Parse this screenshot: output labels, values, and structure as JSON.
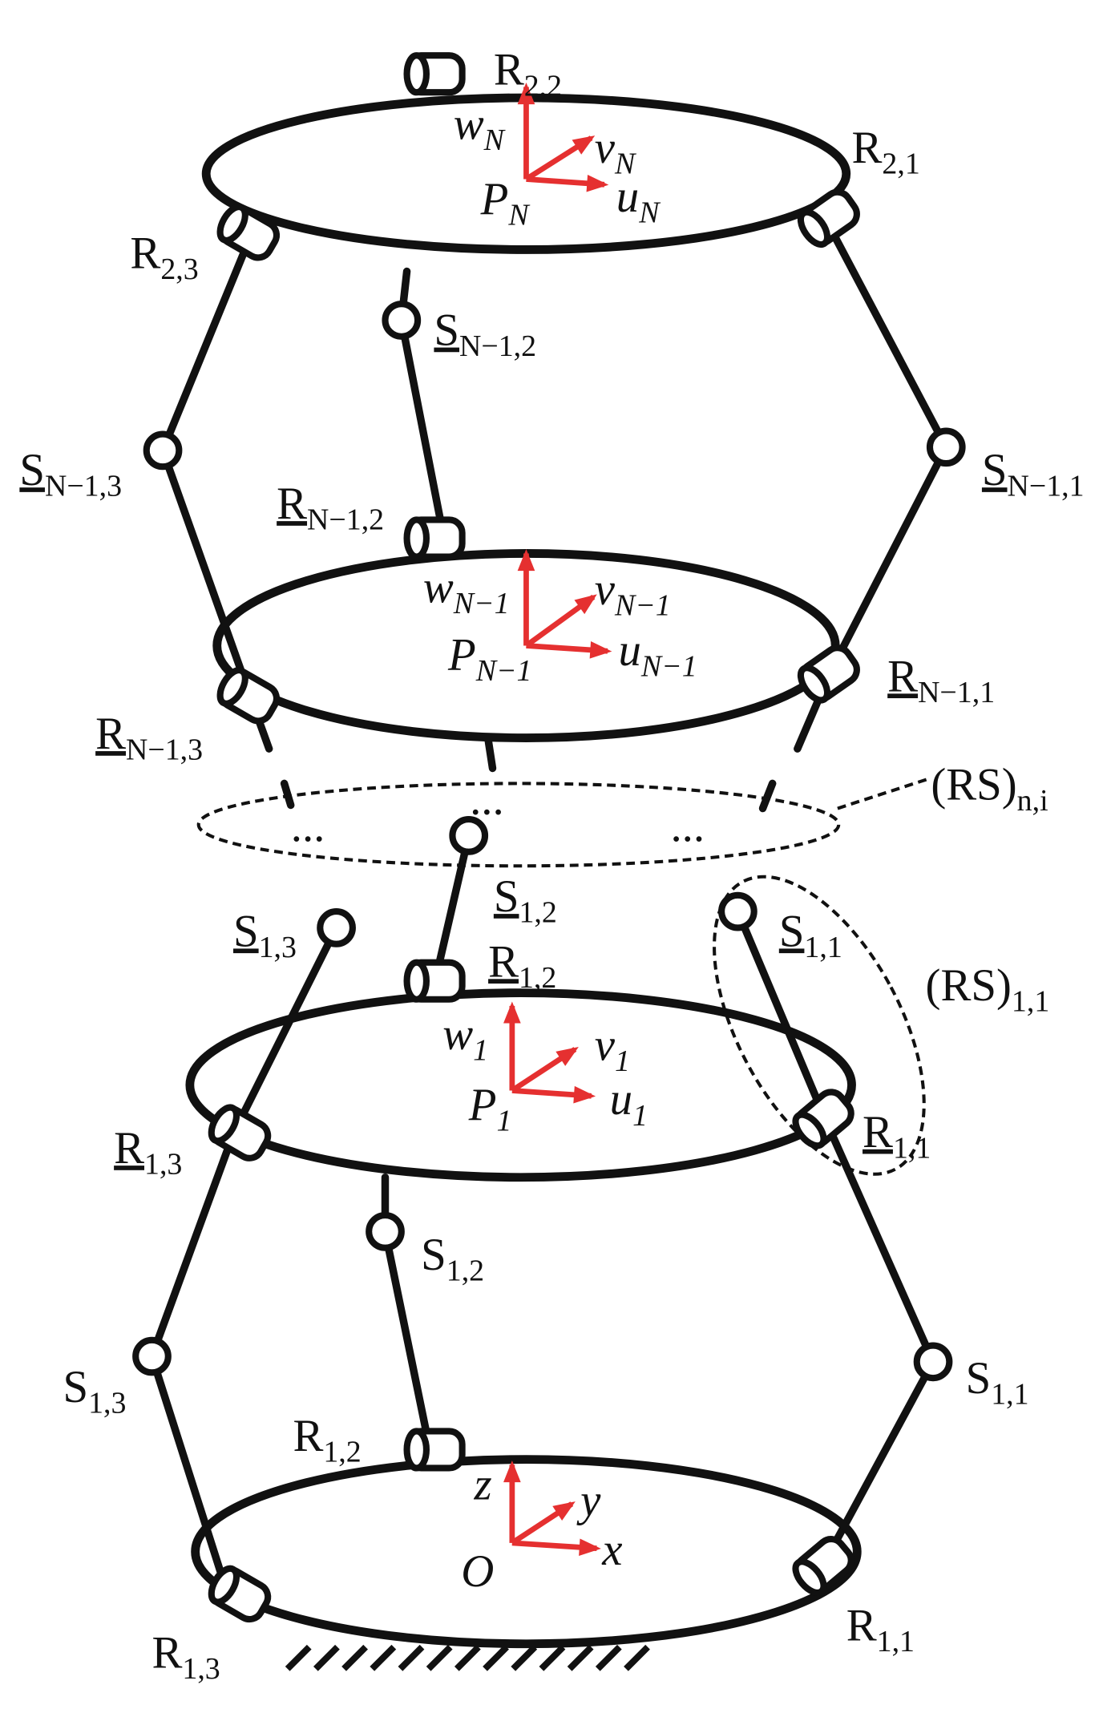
{
  "diagram": {
    "type": "multi-stage parallel mechanism schematic",
    "colors": {
      "links": "#111111",
      "frames": "#e53030"
    },
    "labels": [
      {
        "id": "R22",
        "base": "R",
        "sub": "2,2",
        "underline": false,
        "italic": false
      },
      {
        "id": "wN",
        "base": "w",
        "sub": "N",
        "underline": false,
        "italic": true
      },
      {
        "id": "vN",
        "base": "v",
        "sub": "N",
        "underline": false,
        "italic": true
      },
      {
        "id": "PN",
        "base": "P",
        "sub": "N",
        "underline": false,
        "italic": true
      },
      {
        "id": "uN",
        "base": "u",
        "sub": "N",
        "underline": false,
        "italic": true
      },
      {
        "id": "R21",
        "base": "R",
        "sub": "2,1",
        "underline": false,
        "italic": false
      },
      {
        "id": "R23",
        "base": "R",
        "sub": "2,3",
        "underline": false,
        "italic": false
      },
      {
        "id": "SN12",
        "base": "S",
        "sub": "N−1,2",
        "underline": true,
        "italic": false
      },
      {
        "id": "SN13",
        "base": "S",
        "sub": "N−1,3",
        "underline": true,
        "italic": false
      },
      {
        "id": "SN11",
        "base": "S",
        "sub": "N−1,1",
        "underline": true,
        "italic": false
      },
      {
        "id": "RN12",
        "base": "R",
        "sub": "N−1,2",
        "underline": true,
        "italic": false
      },
      {
        "id": "wN1",
        "base": "w",
        "sub": "N−1",
        "underline": false,
        "italic": true
      },
      {
        "id": "vN1",
        "base": "v",
        "sub": "N−1",
        "underline": false,
        "italic": true
      },
      {
        "id": "PN1",
        "base": "P",
        "sub": "N−1",
        "underline": false,
        "italic": true
      },
      {
        "id": "uN1",
        "base": "u",
        "sub": "N−1",
        "underline": false,
        "italic": true
      },
      {
        "id": "RN11",
        "base": "R",
        "sub": "N−1,1",
        "underline": true,
        "italic": false
      },
      {
        "id": "RN13",
        "base": "R",
        "sub": "N−1,3",
        "underline": true,
        "italic": false
      },
      {
        "id": "RSni",
        "base": "(RS)",
        "sub": "n,i",
        "underline": false,
        "italic": false
      },
      {
        "id": "uS12",
        "base": "S",
        "sub": "1,2",
        "underline": true,
        "italic": false
      },
      {
        "id": "uS13",
        "base": "S",
        "sub": "1,3",
        "underline": true,
        "italic": false
      },
      {
        "id": "uS11",
        "base": "S",
        "sub": "1,1",
        "underline": true,
        "italic": false
      },
      {
        "id": "uR12",
        "base": "R",
        "sub": "1,2",
        "underline": true,
        "italic": false
      },
      {
        "id": "RS11",
        "base": "(RS)",
        "sub": "1,1",
        "underline": false,
        "italic": false
      },
      {
        "id": "w1",
        "base": "w",
        "sub": "1",
        "underline": false,
        "italic": true
      },
      {
        "id": "v1",
        "base": "v",
        "sub": "1",
        "underline": false,
        "italic": true
      },
      {
        "id": "P1",
        "base": "P",
        "sub": "1",
        "underline": false,
        "italic": true
      },
      {
        "id": "u1",
        "base": "u",
        "sub": "1",
        "underline": false,
        "italic": true
      },
      {
        "id": "uR13",
        "base": "R",
        "sub": "1,3",
        "underline": true,
        "italic": false
      },
      {
        "id": "uR11",
        "base": "R",
        "sub": "1,1",
        "underline": true,
        "italic": false
      },
      {
        "id": "S12",
        "base": "S",
        "sub": "1,2",
        "underline": false,
        "italic": false
      },
      {
        "id": "S13",
        "base": "S",
        "sub": "1,3",
        "underline": false,
        "italic": false
      },
      {
        "id": "S11",
        "base": "S",
        "sub": "1,1",
        "underline": false,
        "italic": false
      },
      {
        "id": "R12",
        "base": "R",
        "sub": "1,2",
        "underline": false,
        "italic": false
      },
      {
        "id": "z",
        "base": "z",
        "sub": "",
        "underline": false,
        "italic": true
      },
      {
        "id": "y",
        "base": "y",
        "sub": "",
        "underline": false,
        "italic": true
      },
      {
        "id": "O",
        "base": "O",
        "sub": "",
        "underline": false,
        "italic": true
      },
      {
        "id": "x",
        "base": "x",
        "sub": "",
        "underline": false,
        "italic": true
      },
      {
        "id": "R13",
        "base": "R",
        "sub": "1,3",
        "underline": false,
        "italic": false
      },
      {
        "id": "R11",
        "base": "R",
        "sub": "1,1",
        "underline": false,
        "italic": false
      }
    ],
    "ellipsis": "..."
  }
}
